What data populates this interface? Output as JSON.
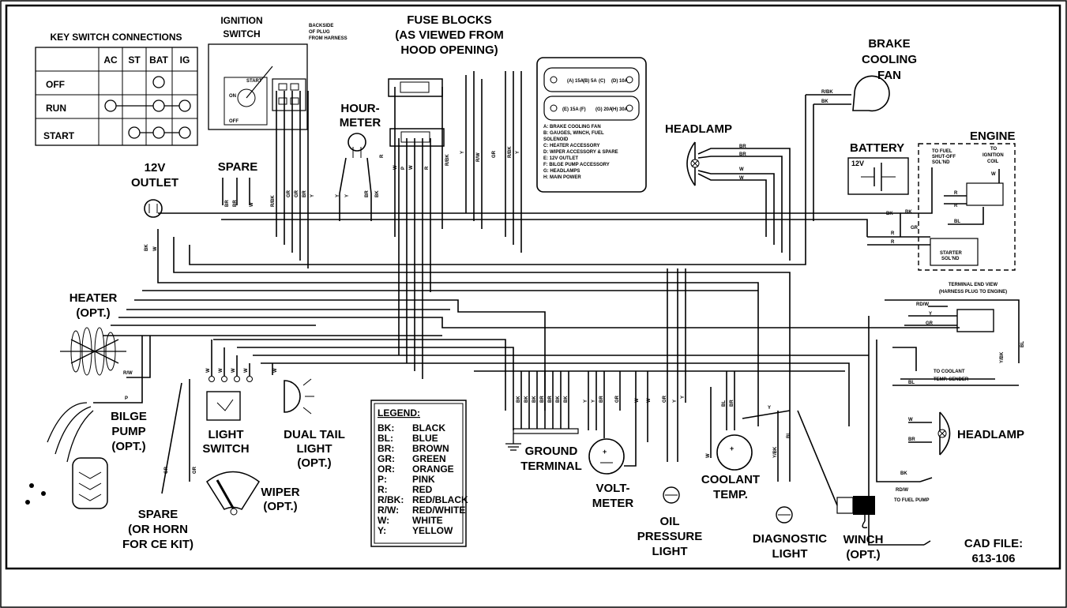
{
  "key_switch": {
    "title": "KEY SWITCH CONNECTIONS",
    "columns": [
      "AC",
      "ST",
      "BAT",
      "IG"
    ],
    "rows": [
      "OFF",
      "RUN",
      "START"
    ]
  },
  "labels": {
    "ignition_switch": [
      "IGNITION",
      "SWITCH"
    ],
    "backside_plug": [
      "BACKSIDE",
      "OF PLUG",
      "FROM HARNESS"
    ],
    "switch_on": "ON",
    "switch_off": "OFF",
    "switch_start": "START",
    "fuse_blocks": [
      "FUSE BLOCKS",
      "(AS VIEWED FROM",
      "HOOD OPENING)"
    ],
    "hour_meter": [
      "HOUR-",
      "METER"
    ],
    "spare_top": "SPARE",
    "outlet": [
      "12V",
      "OUTLET"
    ],
    "heater": [
      "HEATER",
      "(OPT.)"
    ],
    "bilge_pump": [
      "BILGE",
      "PUMP",
      "(OPT.)"
    ],
    "spare_bottom": [
      "SPARE",
      "(OR HORN",
      "FOR CE KIT)"
    ],
    "light_switch": [
      "LIGHT",
      "SWITCH"
    ],
    "dual_tail": [
      "DUAL TAIL",
      "LIGHT",
      "(OPT.)"
    ],
    "wiper": [
      "WIPER",
      "(OPT.)"
    ],
    "ground_terminal": [
      "GROUND",
      "TERMINAL"
    ],
    "voltmeter": [
      "VOLT-",
      "METER"
    ],
    "oil_pressure": [
      "OIL",
      "PRESSURE",
      "LIGHT"
    ],
    "coolant_temp": [
      "COOLANT",
      "TEMP."
    ],
    "diagnostic": [
      "DIAGNOSTIC",
      "LIGHT"
    ],
    "winch": [
      "WINCH",
      "(OPT.)"
    ],
    "cad_file": [
      "CAD FILE:",
      "613-106"
    ],
    "headlamp_top": "HEADLAMP",
    "headlamp_bottom": "HEADLAMP",
    "brake_fan": [
      "BRAKE",
      "COOLING",
      "FAN"
    ],
    "battery": "BATTERY",
    "battery_12v": "12V",
    "engine": "ENGINE",
    "to_fuel_shutoff": [
      "TO FUEL",
      "SHUT-OFF",
      "SOL'ND"
    ],
    "to_ignition_coil": [
      "TO",
      "IGNITION",
      "COIL"
    ],
    "starter_solnd": [
      "STARTER",
      "SOL'ND"
    ],
    "terminal_end": [
      "TERMINAL END VIEW",
      "(HARNESS PLUG TO ENGINE)"
    ],
    "to_coolant": [
      "TO COOLANT",
      "TEMP. SENDER"
    ],
    "to_fuel_pump": "TO FUEL PUMP"
  },
  "fuse_legend": [
    "A: BRAKE COOLING FAN",
    "B: GAUGES, WINCH, FUEL",
    "SOLENOID",
    "C: HEATER ACCESSORY",
    "D: WIPER ACCESSORY & SPARE",
    "E: 12V OUTLET",
    "F: BILGE PUMP ACCESSORY",
    "G: HEADLAMPS",
    "H: MAIN POWER"
  ],
  "fuse_slots_top": [
    "(A)\n15A",
    "(B)\n5A",
    "(C)",
    "(D)\n10A"
  ],
  "fuse_slots_bottom": [
    "(E)\n15A",
    "(F)",
    "(G)\n20A",
    "(H)\n30A"
  ],
  "legend": {
    "title": "LEGEND:",
    "items": [
      {
        "code": "BK:",
        "name": "BLACK"
      },
      {
        "code": "BL:",
        "name": "BLUE"
      },
      {
        "code": "BR:",
        "name": "BROWN"
      },
      {
        "code": "GR:",
        "name": "GREEN"
      },
      {
        "code": "OR:",
        "name": "ORANGE"
      },
      {
        "code": "P:",
        "name": "PINK"
      },
      {
        "code": "R:",
        "name": "RED"
      },
      {
        "code": "R/BK:",
        "name": "RED/BLACK"
      },
      {
        "code": "R/W:",
        "name": "RED/WHITE"
      },
      {
        "code": "W:",
        "name": "WHITE"
      },
      {
        "code": "Y:",
        "name": "YELLOW"
      }
    ]
  },
  "wire_tags": {
    "spare": [
      "BR",
      "BR",
      "W"
    ],
    "ign": [
      "R/BK",
      "GR",
      "GR",
      "BR",
      "Y"
    ],
    "hour": [
      "Y",
      "Y",
      "BR",
      "BK"
    ],
    "fuse_lower": [
      "R",
      "W",
      "P",
      "W",
      "R"
    ],
    "fuse_mid": [
      "R/BK",
      "Y",
      "R/W",
      "GR",
      "R/BK",
      "Y"
    ],
    "outlet": [
      "BK",
      "W"
    ],
    "heater": "R/W",
    "bilge": "P",
    "light_switch": [
      "W",
      "W",
      "W",
      "W"
    ],
    "tail": "W",
    "spare_bottom": [
      "GR",
      "GR"
    ],
    "ground": [
      "BK",
      "BK",
      "BK",
      "BR",
      "BR",
      "BK",
      "BK"
    ],
    "volt": [
      "Y",
      "Y",
      "BR",
      "GR"
    ],
    "volt_right": [
      "W",
      "W"
    ],
    "oil": [
      "GR",
      "Y",
      "Y"
    ],
    "coolant": [
      "BL",
      "BR",
      "Y",
      "W"
    ],
    "diag": [
      "Y/BK",
      "BL"
    ],
    "headlamp_top": [
      "BR",
      "BR",
      "W",
      "W"
    ],
    "fan": [
      "R/BK",
      "BK"
    ],
    "engine": [
      "BK",
      "BK",
      "GR",
      "R",
      "R",
      "R",
      "R",
      "BL",
      "W"
    ],
    "right": [
      "RD/W",
      "Y",
      "GR",
      "Y/BK",
      "BL",
      "BL"
    ],
    "headlamp_bottom": [
      "W",
      "BR",
      "BK",
      "RD/W"
    ]
  }
}
